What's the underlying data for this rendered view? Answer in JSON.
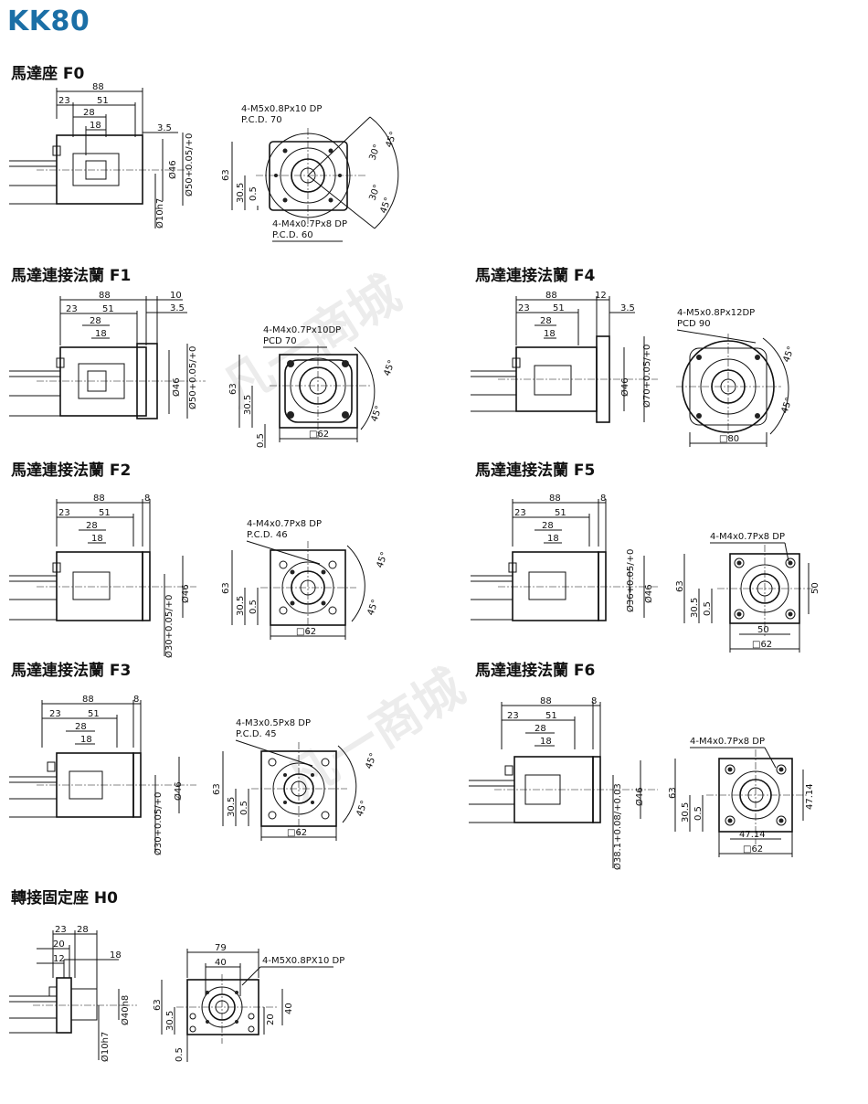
{
  "page": {
    "title": "KK80",
    "watermark": "凡一商城"
  },
  "sections": [
    {
      "id": "F0",
      "heading": "馬達座 F0",
      "side": {
        "dims": [
          "88",
          "23",
          "51",
          "28",
          "18",
          "3.5"
        ],
        "vdims": [
          "Ø46",
          "Ø50+0.05/+0",
          "Ø10h7"
        ]
      },
      "front": {
        "notes": [
          "4-M5x0.8Px10 DP",
          "P.C.D. 70",
          "4-M4x0.7Px8 DP",
          "P.C.D. 60"
        ],
        "dims": [
          "63",
          "30.5",
          "0.5",
          "45°",
          "30°",
          "30°",
          "45°"
        ]
      }
    },
    {
      "id": "F1",
      "heading": "馬達連接法蘭 F1",
      "side": {
        "dims": [
          "88",
          "23",
          "51",
          "28",
          "18",
          "10",
          "3.5"
        ],
        "vdims": [
          "Ø46",
          "Ø50+0.05/+0"
        ]
      },
      "front": {
        "notes": [
          "4-M4x0.7Px10DP",
          "PCD 70"
        ],
        "dims": [
          "63",
          "30.5",
          "0.5",
          "45°",
          "45°",
          "□62"
        ]
      }
    },
    {
      "id": "F4",
      "heading": "馬達連接法蘭 F4",
      "side": {
        "dims": [
          "88",
          "23",
          "51",
          "28",
          "18",
          "12",
          "3.5"
        ],
        "vdims": [
          "Ø46",
          "Ø70+0.05/+0"
        ]
      },
      "front": {
        "notes": [
          "4-M5x0.8Px12DP",
          "PCD 90"
        ],
        "dims": [
          "45°",
          "45°",
          "□80"
        ]
      }
    },
    {
      "id": "F2",
      "heading": "馬達連接法蘭 F2",
      "side": {
        "dims": [
          "88",
          "8",
          "23",
          "51",
          "28",
          "18"
        ],
        "vdims": [
          "Ø46",
          "Ø30+0.05/+0"
        ]
      },
      "front": {
        "notes": [
          "4-M4x0.7Px8 DP",
          "P.C.D. 46"
        ],
        "dims": [
          "63",
          "30.5",
          "0.5",
          "45°",
          "45°",
          "□62"
        ]
      }
    },
    {
      "id": "F5",
      "heading": "馬達連接法蘭 F5",
      "side": {
        "dims": [
          "88",
          "8",
          "23",
          "51",
          "28",
          "18"
        ],
        "vdims": [
          "Ø36+0.05/+0",
          "Ø46"
        ]
      },
      "front": {
        "notes": [
          "4-M4x0.7Px8 DP"
        ],
        "dims": [
          "63",
          "30.5",
          "0.5",
          "50",
          "50",
          "□62"
        ]
      }
    },
    {
      "id": "F3",
      "heading": "馬達連接法蘭 F3",
      "side": {
        "dims": [
          "88",
          "8",
          "23",
          "51",
          "28",
          "18"
        ],
        "vdims": [
          "Ø46",
          "Ø30+0.05/+0"
        ]
      },
      "front": {
        "notes": [
          "4-M3x0.5Px8 DP",
          "P.C.D. 45"
        ],
        "dims": [
          "63",
          "30.5",
          "0.5",
          "45°",
          "45°",
          "□62"
        ]
      }
    },
    {
      "id": "F6",
      "heading": "馬達連接法蘭 F6",
      "side": {
        "dims": [
          "88",
          "8",
          "23",
          "51",
          "28",
          "18"
        ],
        "vdims": [
          "Ø46",
          "Ø38.1+0.08/+0.03"
        ]
      },
      "front": {
        "notes": [
          "4-M4x0.7Px8 DP"
        ],
        "dims": [
          "63",
          "30.5",
          "0.5",
          "47.14",
          "47.14",
          "□62"
        ]
      }
    },
    {
      "id": "H0",
      "heading": "轉接固定座 H0",
      "side": {
        "dims": [
          "23",
          "28",
          "20",
          "12",
          "18"
        ],
        "vdims": [
          "Ø40h8",
          "Ø10h7"
        ]
      },
      "front": {
        "notes": [
          "4-M5X0.8PX10 DP"
        ],
        "dims": [
          "79",
          "40",
          "63",
          "30.5",
          "20",
          "40",
          "0.5"
        ]
      }
    }
  ]
}
